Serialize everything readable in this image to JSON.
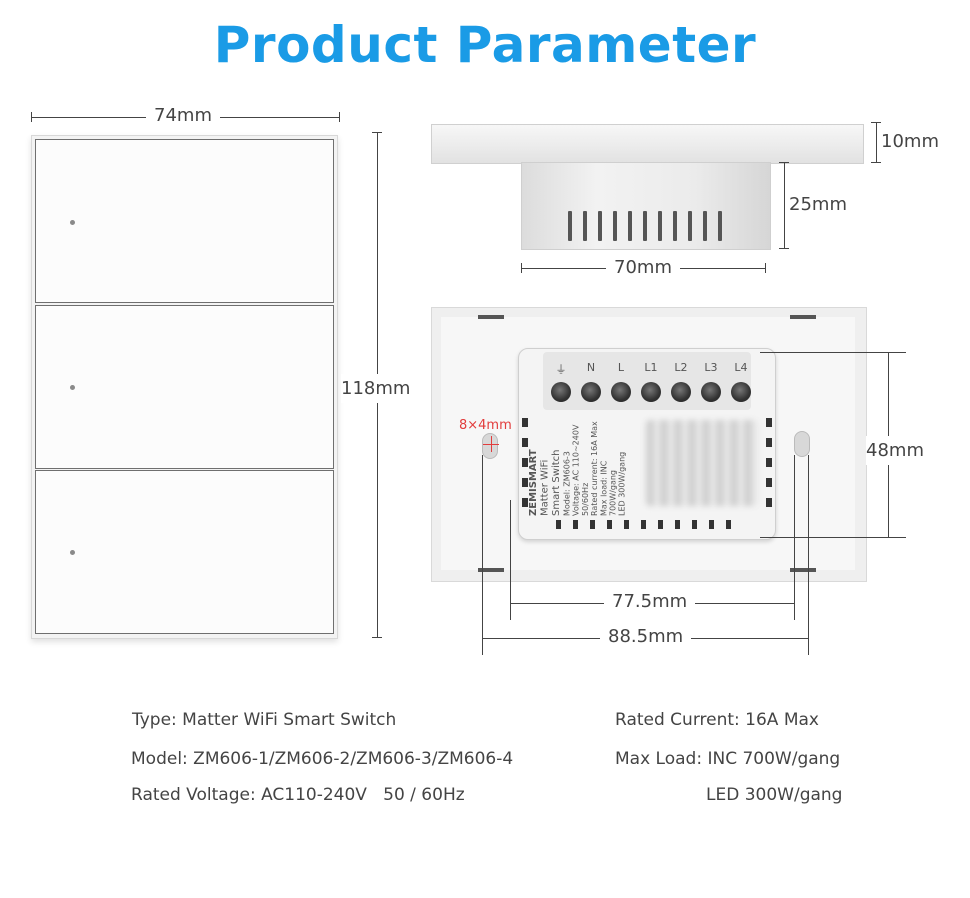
{
  "title": "Product Parameter",
  "dimensions": {
    "front_width": "74mm",
    "front_height": "118mm",
    "side_plate": "10mm",
    "side_depth": "25mm",
    "side_box_width": "70mm",
    "back_height": "48mm",
    "hole_size": "8×4mm",
    "hole_spacing_inner": "77.5mm",
    "hole_spacing_outer": "88.5mm"
  },
  "terminals": [
    "⏚",
    "N",
    "L",
    "L1",
    "L2",
    "L3",
    "L4"
  ],
  "module_label": {
    "brand": "ZEMISMART",
    "name_1": "Matter WiFi",
    "name_2": "Smart Switch",
    "model": "Model: ZM606-3",
    "voltage": "Voltage: AC 110~240V",
    "freq": "50/60Hz",
    "current": "Rated current: 16A Max",
    "max_load_inc": "Max load: INC 700W/gang",
    "max_load_led": "LED 300W/gang"
  },
  "specs": {
    "type": "Type: Matter WiFi Smart Switch",
    "model": "Model: ZM606-1/ZM606-2/ZM606-3/ZM606-4",
    "voltage": "Rated Voltage: AC110-240V   50 / 60Hz",
    "current": "Rated Current: 16A Max",
    "max_load": "Max Load: INC 700W/gang",
    "led_load": "LED 300W/gang"
  },
  "colors": {
    "title": "#1a9be6",
    "hole_note": "#e23c3c"
  }
}
